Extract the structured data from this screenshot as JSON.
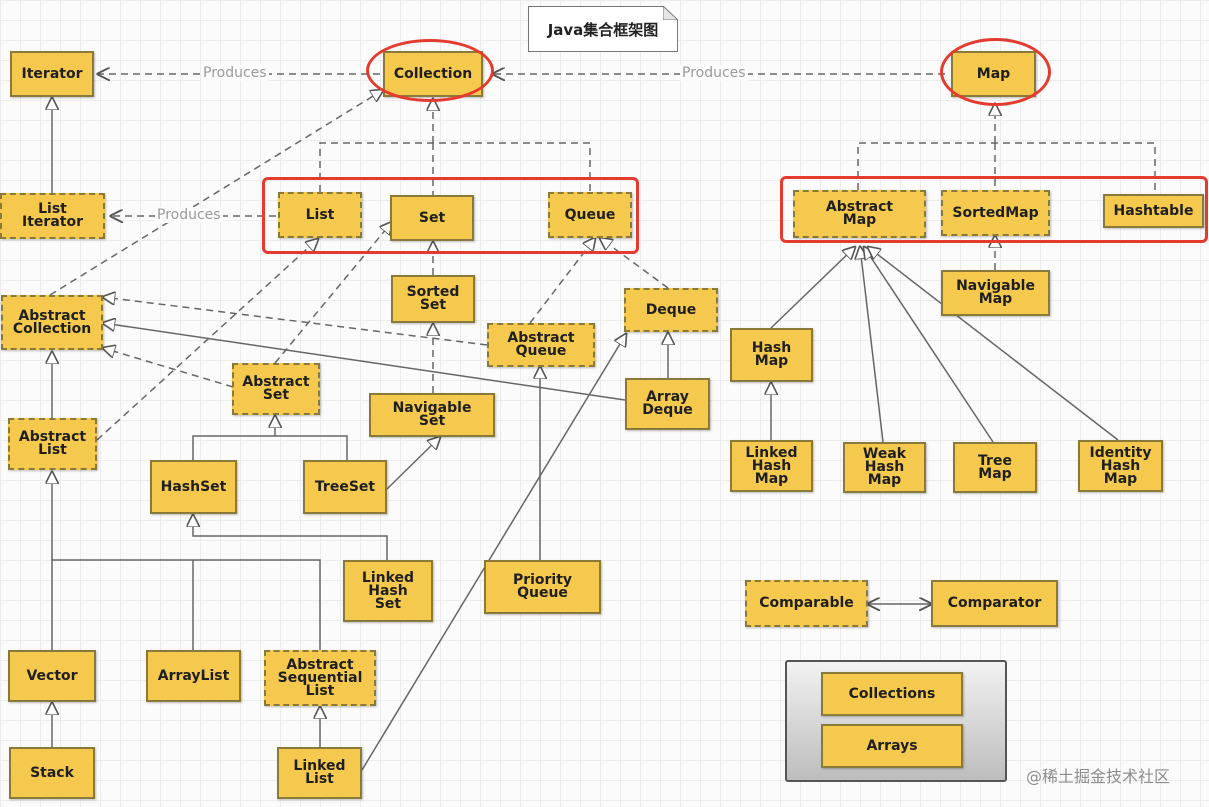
{
  "title": "Java集合框架图",
  "edge_label": "Produces",
  "watermark": "@稀土掘金技术社区",
  "colors": {
    "node_fill": "#f4c94d",
    "node_border": "#8a7a3a",
    "highlight": "#e53b2f",
    "edge": "#666666"
  },
  "nodes": {
    "iterator": "Iterator",
    "collection": "Collection",
    "map": "Map",
    "list_iterator": "List\nIterator",
    "list": "List",
    "set": "Set",
    "queue": "Queue",
    "abstract_map": "Abstract\nMap",
    "sorted_map": "SortedMap",
    "hashtable": "Hashtable",
    "sorted_set": "Sorted\nSet",
    "navigable_map": "Navigable\nMap",
    "abstract_collection": "Abstract\nCollection",
    "abstract_queue": "Abstract\nQueue",
    "deque": "Deque",
    "abstract_set": "Abstract\nSet",
    "navigable_set": "Navigable\nSet",
    "array_deque": "Array\nDeque",
    "abstract_list": "Abstract\nList",
    "hash_map": "Hash\nMap",
    "hash_set": "HashSet",
    "tree_set": "TreeSet",
    "linked_hash_map": "Linked\nHash\nMap",
    "weak_hash_map": "Weak\nHash\nMap",
    "tree_map": "Tree\nMap",
    "identity_hash_map": "Identity\nHash\nMap",
    "linked_hash_set": "Linked\nHash\nSet",
    "priority_queue": "Priority\nQueue",
    "comparable": "Comparable",
    "comparator": "Comparator",
    "vector": "Vector",
    "array_list": "ArrayList",
    "abstract_sequential_list": "Abstract\nSequential\nList",
    "collections": "Collections",
    "stack": "Stack",
    "linked_list": "Linked\nList",
    "arrays": "Arrays"
  }
}
